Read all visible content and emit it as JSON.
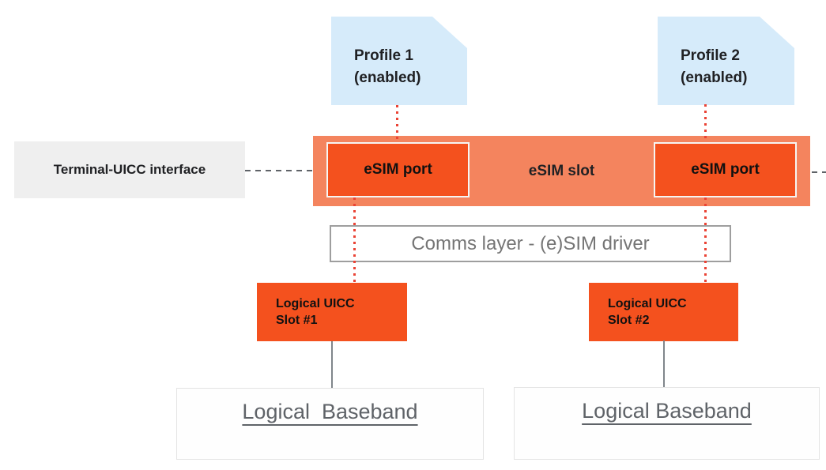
{
  "diagram": {
    "profiles": [
      {
        "title": "Profile 1",
        "status": "(enabled)"
      },
      {
        "title": "Profile 2",
        "status": "(enabled)"
      }
    ],
    "terminal_interface_label": "Terminal-UICC interface",
    "esim_slot": {
      "label": "eSIM slot",
      "ports": [
        {
          "label": "eSIM port"
        },
        {
          "label": "eSIM port"
        }
      ]
    },
    "comms_layer_label": "Comms layer - (e)SIM driver",
    "uicc_slots": [
      {
        "line1": "Logical UICC",
        "line2": "Slot #1"
      },
      {
        "line1": "Logical UICC",
        "line2": "Slot #2"
      }
    ],
    "basebands": [
      {
        "label": "Logical  Baseband"
      },
      {
        "label": "Logical Baseband"
      }
    ],
    "colors": {
      "profile_fill": "#d6ebfa",
      "slot_fill": "#f4845e",
      "port_fill": "#f4511e",
      "uicc_fill": "#f4511e",
      "label_box_fill": "#efefef",
      "red_dotted": "#ea4335",
      "gray_dashed": "#5f6368",
      "comms_border": "#9e9e9e",
      "comms_text": "#757575",
      "baseband_text": "#5f6368",
      "text_dark": "#202124",
      "connector_gray": "#80868b"
    }
  }
}
